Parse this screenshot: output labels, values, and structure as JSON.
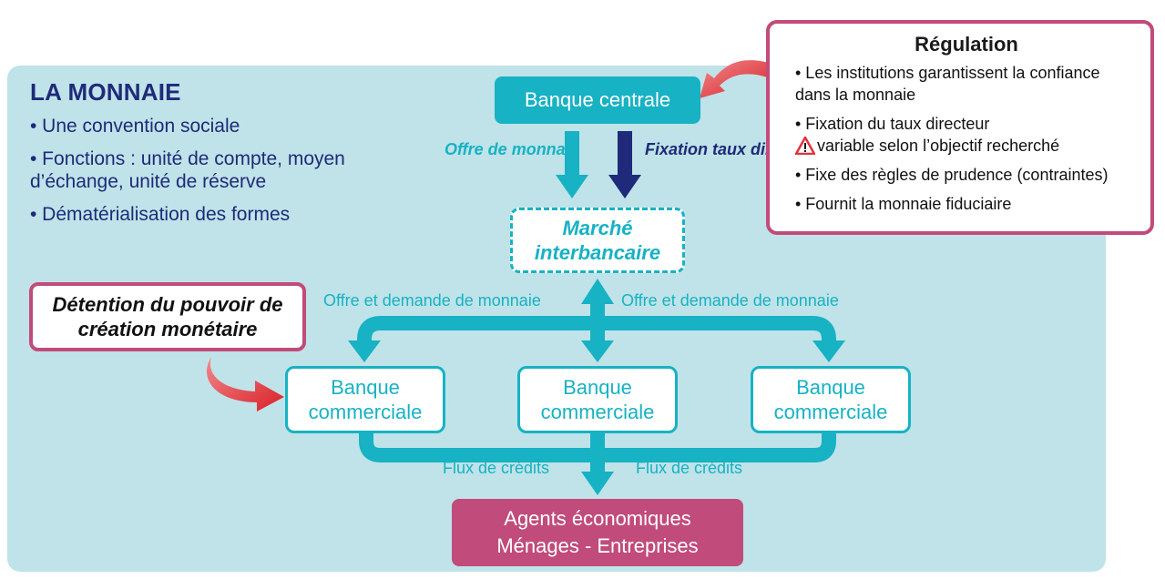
{
  "title": "LA MONNAIE",
  "intro_points": [
    "• Une convention sociale",
    "• Fonctions : unité de compte, moyen d’échange, unité de réserve",
    "• Dématérialisation des formes"
  ],
  "central_bank": "Banque centrale",
  "arrow_labels": {
    "money_supply": "Offre de monnaie",
    "key_rate": "Fixation taux directeur",
    "supply_demand_left": "Offre et demande de monnaie",
    "supply_demand_right": "Offre et demande de monnaie",
    "credit_flow_left": "Flux de crédits",
    "credit_flow_right": "Flux de crédits"
  },
  "interbank_market": "Marché interbancaire",
  "commercial_banks": [
    "Banque commerciale",
    "Banque commerciale",
    "Banque commerciale"
  ],
  "agents": {
    "line1": "Agents économiques",
    "line2": "Ménages - Entreprises"
  },
  "creation_box": "Détention du pouvoir de création monétaire",
  "regulation": {
    "title": "Régulation",
    "items": [
      "• Les institutions garantissent la confiance dans la monnaie",
      "• Fixation du taux directeur",
      "variable selon l’objectif recherché",
      "• Fixe des règles de prudence (contraintes)",
      "• Fournit la monnaie fiduciaire"
    ]
  },
  "colors": {
    "teal": "#17b2c4",
    "navy": "#1f2a7a",
    "magenta": "#c14b7a",
    "panel": "#bfe3e8",
    "red_arrow": "#e0343a"
  }
}
